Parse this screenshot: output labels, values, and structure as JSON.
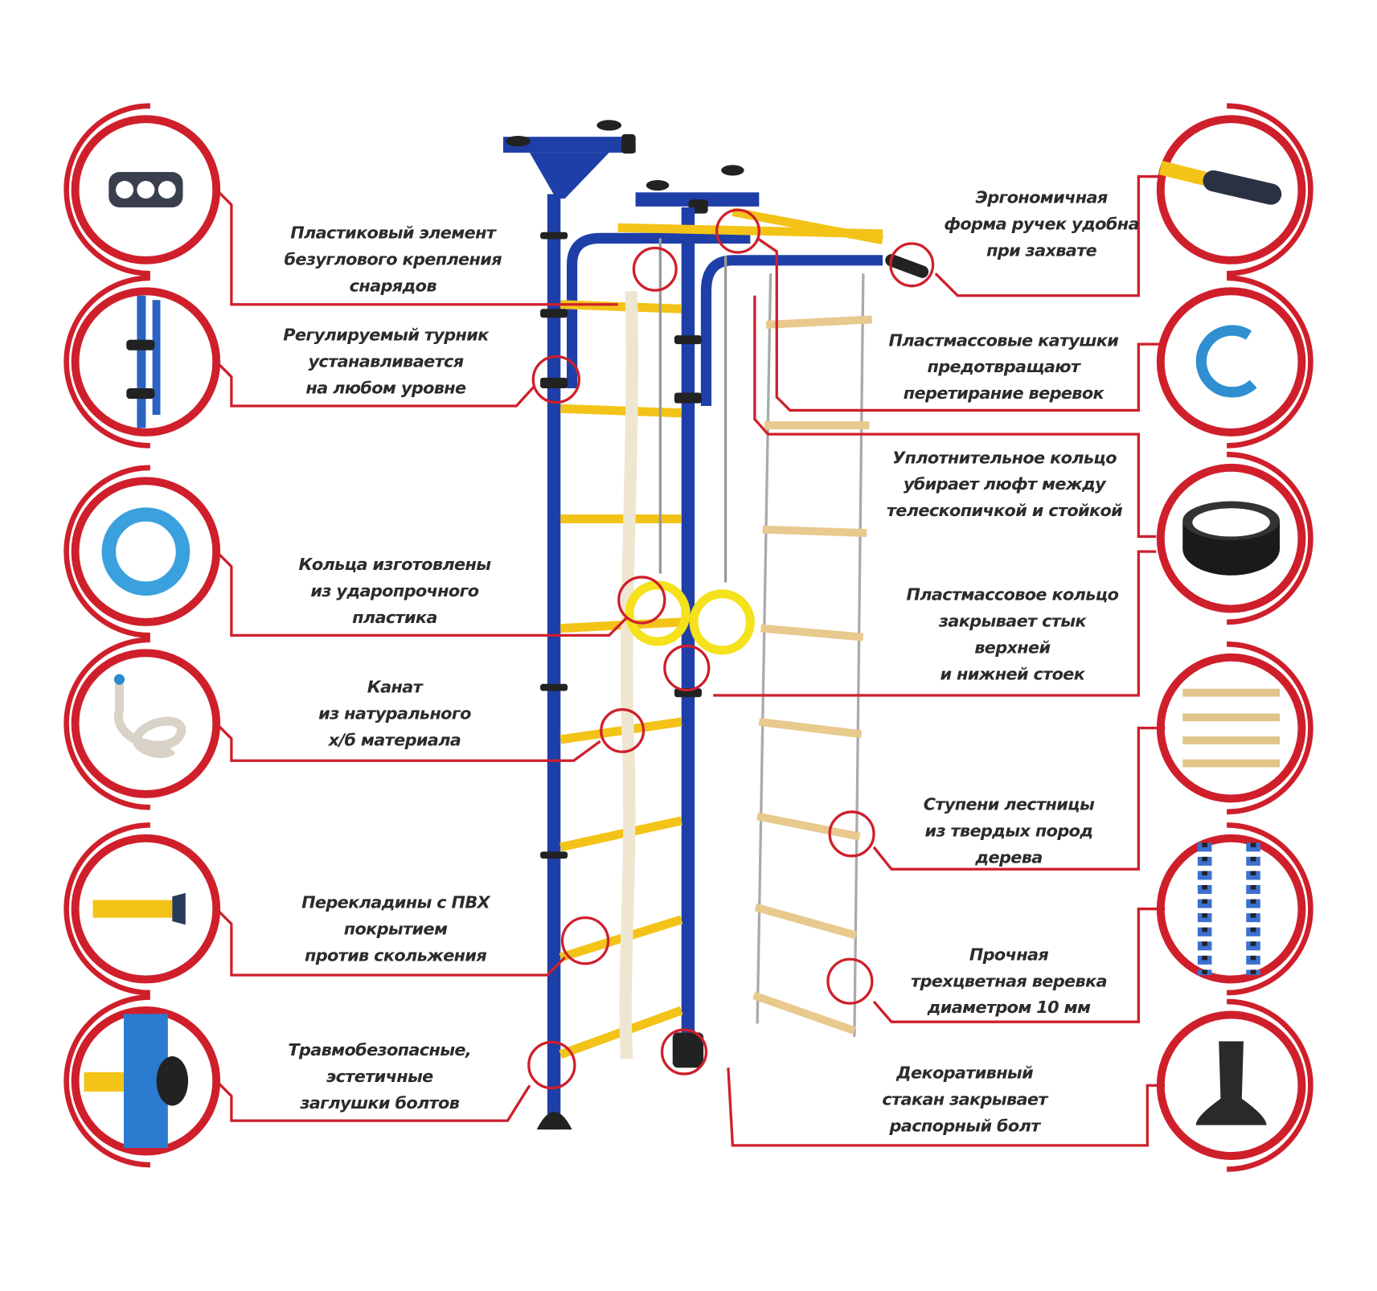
{
  "colors": {
    "accent_red": "#cf1f2b",
    "frame_blue": "#1f3fa8",
    "rung_yellow": "#f3c318",
    "wood": "#e8c98e",
    "text": "#2b2b2b"
  },
  "left_callouts": [
    {
      "icon": "bracket-plate-icon",
      "lines": [
        "Пластиковый элемент",
        "безуглового крепления",
        "снарядов"
      ]
    },
    {
      "icon": "pullup-bar-clamp-icon",
      "lines": [
        "Регулируемый турник",
        "устанавливается",
        "на любом уровне"
      ]
    },
    {
      "icon": "blue-ring-icon",
      "lines": [
        "Кольца изготовлены",
        "из ударопрочного",
        "пластика"
      ]
    },
    {
      "icon": "rope-icon",
      "lines": [
        "Канат",
        "из натурального",
        "х/б материала"
      ]
    },
    {
      "icon": "rung-end-icon",
      "lines": [
        "Перекладины с ПВХ",
        "покрытием",
        "против скольжения"
      ]
    },
    {
      "icon": "bolt-cap-icon",
      "lines": [
        "Травмобезопасные,",
        "эстетичные",
        "заглушки болтов"
      ]
    }
  ],
  "right_callouts": [
    {
      "icon": "handle-grip-icon",
      "lines": [
        "Эргономичная",
        "форма ручек удобна",
        "при захвате"
      ]
    },
    {
      "icon": "plastic-coil-icon",
      "lines": [
        "Пластмассовые катушки",
        "предотвращают",
        "перетирание веревок"
      ]
    },
    {
      "icon": "sealing-ring-icon",
      "lines": [
        "Уплотнительное кольцо",
        "убирает люфт между",
        "телескопичкой и стойкой"
      ]
    },
    {
      "icon": "",
      "lines": [
        "Пластмассовое кольцо",
        "закрывает стык",
        "верхней",
        "и нижней стоек"
      ]
    },
    {
      "icon": "ladder-steps-icon",
      "lines": [
        "Ступени лестницы",
        "из твердых пород",
        "дерева"
      ]
    },
    {
      "icon": "tricolor-rope-icon",
      "lines": [
        "Прочная",
        "трехцветная веревка",
        "диаметром 10 мм"
      ]
    },
    {
      "icon": "decorative-cup-icon",
      "lines": [
        "Декоративный",
        "стакан закрывает",
        "распорный болт"
      ]
    }
  ]
}
